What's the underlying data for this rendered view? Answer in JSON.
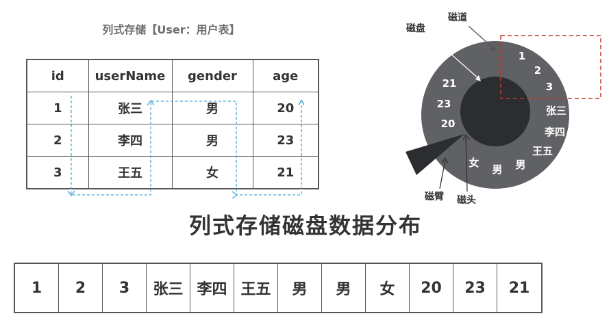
{
  "table": {
    "caption": "列式存储【User：用户表】",
    "headers": [
      "id",
      "userName",
      "gender",
      "age"
    ],
    "rows": [
      [
        "1",
        "张三",
        "男",
        "20"
      ],
      [
        "2",
        "李四",
        "男",
        "23"
      ],
      [
        "3",
        "王五",
        "女",
        "21"
      ]
    ]
  },
  "disk": {
    "label_disk": "磁盘",
    "label_track": "磁道",
    "label_arm": "磁臂",
    "label_head": "磁头",
    "sectors": [
      "1",
      "2",
      "3",
      "张三",
      "李四",
      "王五",
      "男",
      "男",
      "女",
      "20",
      "23",
      "21"
    ]
  },
  "title": "列式存储磁盘数据分布",
  "strip": [
    "1",
    "2",
    "3",
    "张三",
    "李四",
    "王五",
    "男",
    "男",
    "女",
    "20",
    "23",
    "21"
  ],
  "colors": {
    "platter": "#5f6164",
    "hub": "#2b2d30",
    "dash_blue": "#4aa8d8",
    "dash_red": "#c0392b",
    "text": "#333333"
  }
}
